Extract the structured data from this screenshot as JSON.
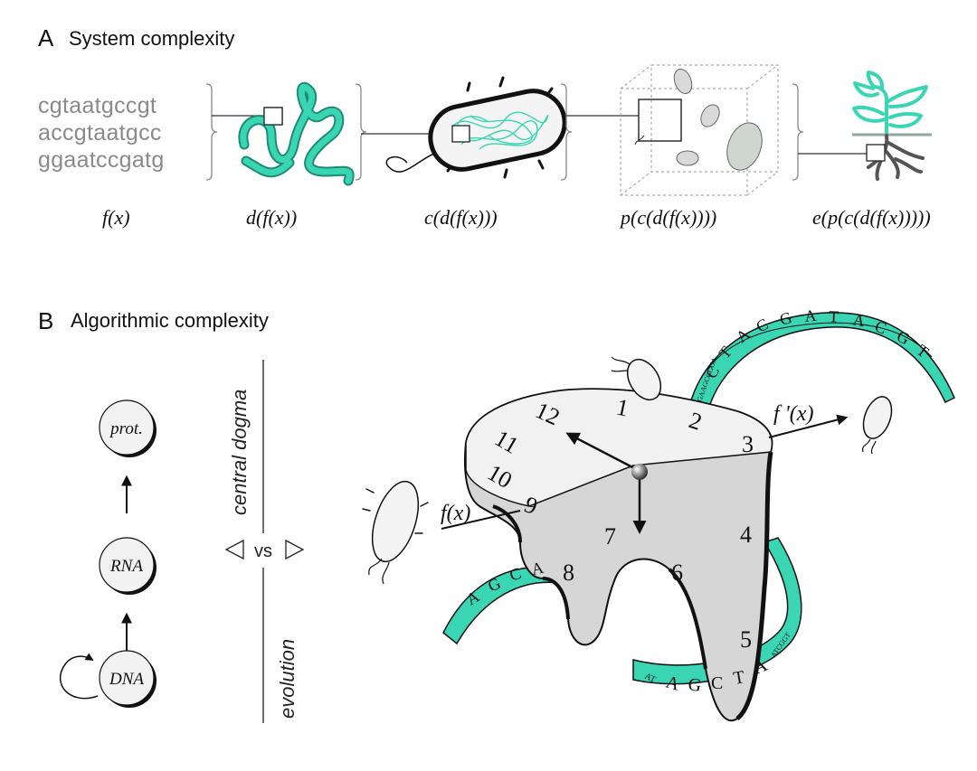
{
  "panel_a": {
    "letter": "A",
    "title": "System complexity",
    "sequence": [
      "cgtaatgccgt",
      "accgtaatgcc",
      "ggaatccgatg"
    ],
    "functions": [
      "f(x)",
      "d(f(x))",
      "c(d(f(x)))",
      "p(c(d(f(x))))",
      "e(p(c(d(f(x)))))"
    ]
  },
  "panel_b": {
    "letter": "B",
    "title": "Algorithmic complexity",
    "nodes": [
      "prot.",
      "RNA",
      "DNA"
    ],
    "top_label": "central dogma",
    "bottom_label": "evolution",
    "vs_label": "vs",
    "input_label": "f(x)",
    "output_label": "f '(x)",
    "clock_numbers": [
      "1",
      "2",
      "3",
      "4",
      "5",
      "6",
      "7",
      "8",
      "9",
      "10",
      "11",
      "12"
    ],
    "ribbon_top_letters": [
      "C",
      "T",
      "A",
      "C",
      "G",
      "A",
      "T",
      "A",
      "C",
      "G",
      "T"
    ],
    "ribbon_top_small": "GAAGCGGGA",
    "ribbon_left_letters": [
      "A",
      "G",
      "C",
      "A"
    ],
    "ribbon_bottom_letters": [
      "A",
      "G",
      "C",
      "T",
      "A"
    ],
    "ribbon_bottom_small_left": "AT",
    "ribbon_bottom_small_right": "ATCGGT"
  },
  "colors": {
    "accent": "#3ad6b4",
    "accent_dark": "#1e8c73",
    "gray_text": "#8a8a8a",
    "surface": "#d6d6d6",
    "surface_top": "#efefef"
  }
}
